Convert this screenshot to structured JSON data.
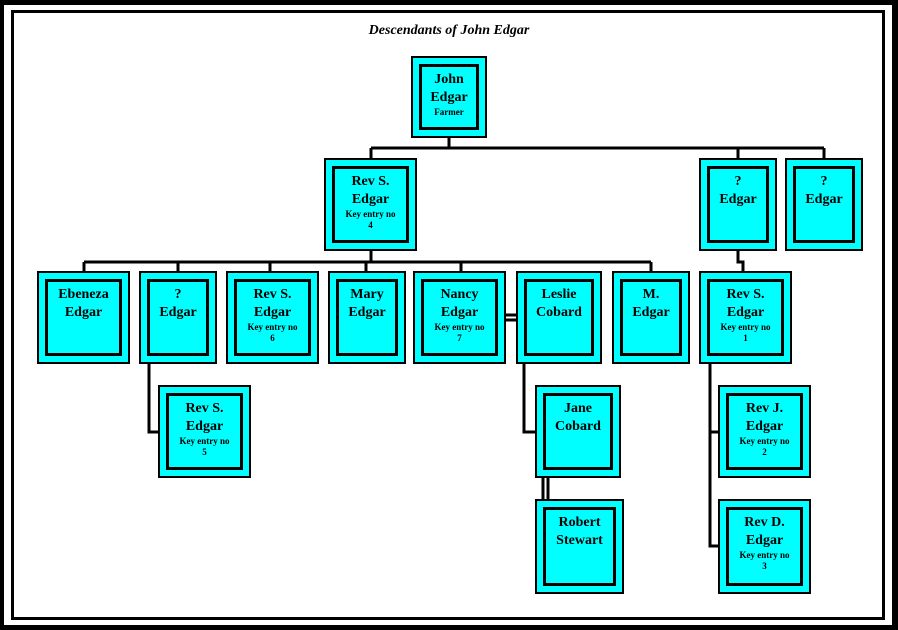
{
  "title": "Descendants of John Edgar",
  "colors": {
    "box_fill": "#00ffff",
    "line": "#000000",
    "background": "#ffffff",
    "frame": "#000000"
  },
  "nodes": [
    {
      "id": "john",
      "name": [
        "John",
        "Edgar"
      ],
      "sub": [
        "Farmer"
      ]
    },
    {
      "id": "rev-s-4",
      "name": [
        "Rev S.",
        "Edgar"
      ],
      "sub": [
        "Key entry no",
        "4"
      ]
    },
    {
      "id": "q-edgar-a",
      "name": [
        "?",
        "Edgar"
      ],
      "sub": []
    },
    {
      "id": "q-edgar-b",
      "name": [
        "?",
        "Edgar"
      ],
      "sub": []
    },
    {
      "id": "ebeneza",
      "name": [
        "Ebeneza",
        "Edgar"
      ],
      "sub": []
    },
    {
      "id": "q-edgar-c",
      "name": [
        "?",
        "Edgar"
      ],
      "sub": []
    },
    {
      "id": "rev-s-6",
      "name": [
        "Rev S.",
        "Edgar"
      ],
      "sub": [
        "Key entry no",
        "6"
      ]
    },
    {
      "id": "mary",
      "name": [
        "Mary",
        "Edgar"
      ],
      "sub": []
    },
    {
      "id": "nancy",
      "name": [
        "Nancy",
        "Edgar"
      ],
      "sub": [
        "Key entry no",
        "7"
      ]
    },
    {
      "id": "leslie",
      "name": [
        "Leslie",
        "Cobard"
      ],
      "sub": []
    },
    {
      "id": "m-edgar",
      "name": [
        "M.",
        "Edgar"
      ],
      "sub": []
    },
    {
      "id": "rev-s-1",
      "name": [
        "Rev S.",
        "Edgar"
      ],
      "sub": [
        "Key entry no",
        "1"
      ]
    },
    {
      "id": "rev-s-5",
      "name": [
        "Rev S.",
        "Edgar"
      ],
      "sub": [
        "Key entry no",
        "5"
      ]
    },
    {
      "id": "jane",
      "name": [
        "Jane",
        "Cobard"
      ],
      "sub": []
    },
    {
      "id": "rev-j-2",
      "name": [
        "Rev J.",
        "Edgar"
      ],
      "sub": [
        "Key entry no",
        "2"
      ]
    },
    {
      "id": "robert",
      "name": [
        "Robert",
        "Stewart"
      ],
      "sub": []
    },
    {
      "id": "rev-d-3",
      "name": [
        "Rev D.",
        "Edgar"
      ],
      "sub": [
        "Key entry no",
        "3"
      ]
    }
  ]
}
